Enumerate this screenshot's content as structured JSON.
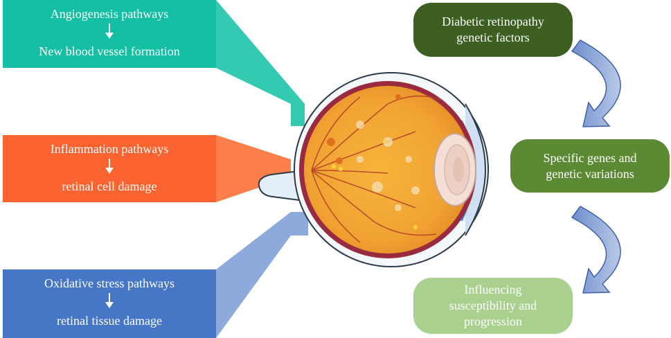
{
  "pathways": [
    {
      "title": "Angiogenesis pathways",
      "result": "New blood vessel formation",
      "color": "#14bfa4"
    },
    {
      "title": "Inflammation pathways",
      "result": "retinal cell damage",
      "color": "#fb6430"
    },
    {
      "title": "Oxidative stress pathways",
      "result": "retinal tissue damage",
      "color": "#4677c7"
    }
  ],
  "flow": [
    {
      "label": "Diabetic retinopathy\ngenetic factors",
      "color": "#3d5f22"
    },
    {
      "label": "Specific genes and\ngenetic variations",
      "color": "#5c8a34"
    },
    {
      "label": "Influencing\nsusceptibility and\nprogression",
      "color": "#a9d08e"
    }
  ]
}
